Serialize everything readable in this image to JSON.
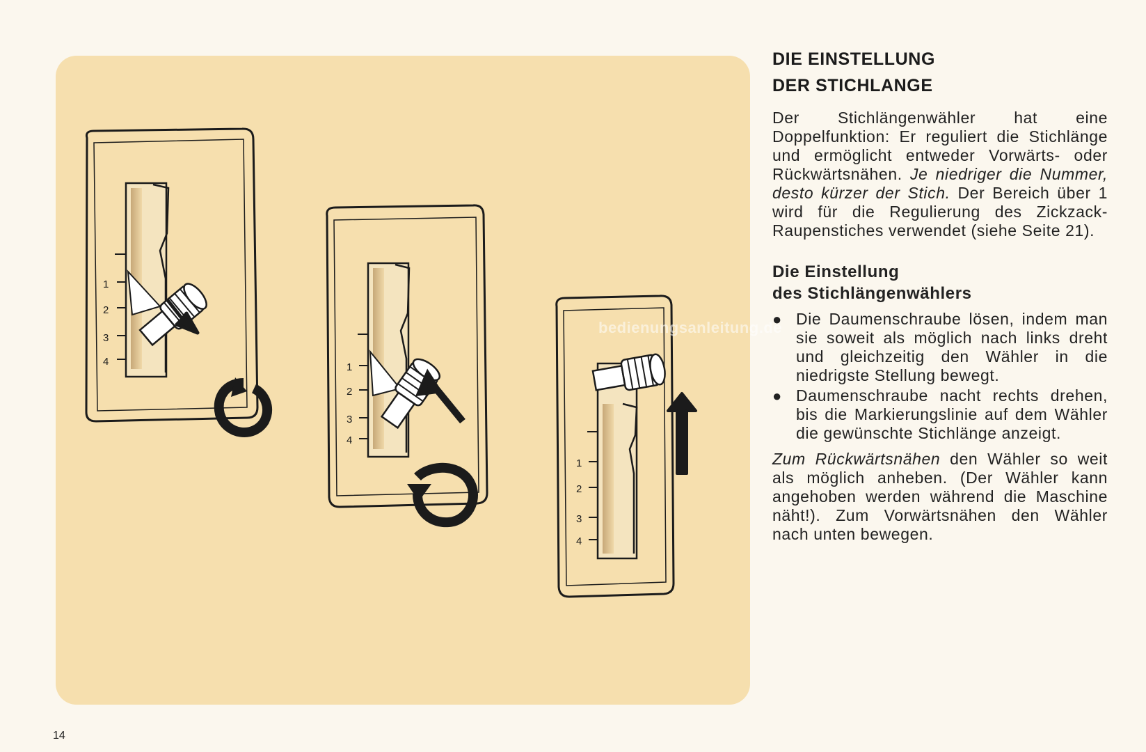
{
  "heading": {
    "line1": "DIE EINSTELLUNG",
    "line2": "DER STICHLANGE"
  },
  "intro": {
    "part1": "Der Stichlängenwähler hat eine Doppelfunktion: Er reguliert die Stichlänge und ermöglicht entweder Vorwärts- oder Rückwärtsnähen. ",
    "italic": "Je niedriger die Nummer, desto kürzer der Stich.",
    "part2": " Der Bereich über 1 wird für die Regulierung des Zickzack-Raupenstiches verwendet (siehe Seite 21)."
  },
  "subheading": {
    "line1": "Die Einstellung",
    "line2": "des Stichlängenwählers"
  },
  "bullets": [
    "Die Daumenschraube lösen, indem man sie soweit als möglich nach links dreht und gleichzeitig den Wähler in die niedrigste Stellung bewegt.",
    "Daumenschraube nacht rechts drehen, bis die Markierungslinie auf dem Wähler die gewünschte Stichlänge anzeigt."
  ],
  "reverse_note": {
    "italic": "Zum Rückwärtsnähen",
    "rest": " den Wähler so weit als möglich anheben. (Der Wähler kann angehoben werden während die Maschine näht!). Zum Vorwärtsnähen den Wähler nach unten bewegen."
  },
  "watermark": "bedienungsanleitung.de",
  "page_number": "14",
  "scale_labels": [
    "1",
    "2",
    "3",
    "4"
  ],
  "colors": {
    "panel": "#f6dfae",
    "page": "#fbf7ee",
    "ink": "#1b1b1b"
  },
  "icons": [
    "rotate-left-arrow-icon",
    "rotate-right-arrow-icon",
    "diagonal-arrow-icon",
    "up-arrow-icon",
    "thumbscrew-knob-icon"
  ]
}
